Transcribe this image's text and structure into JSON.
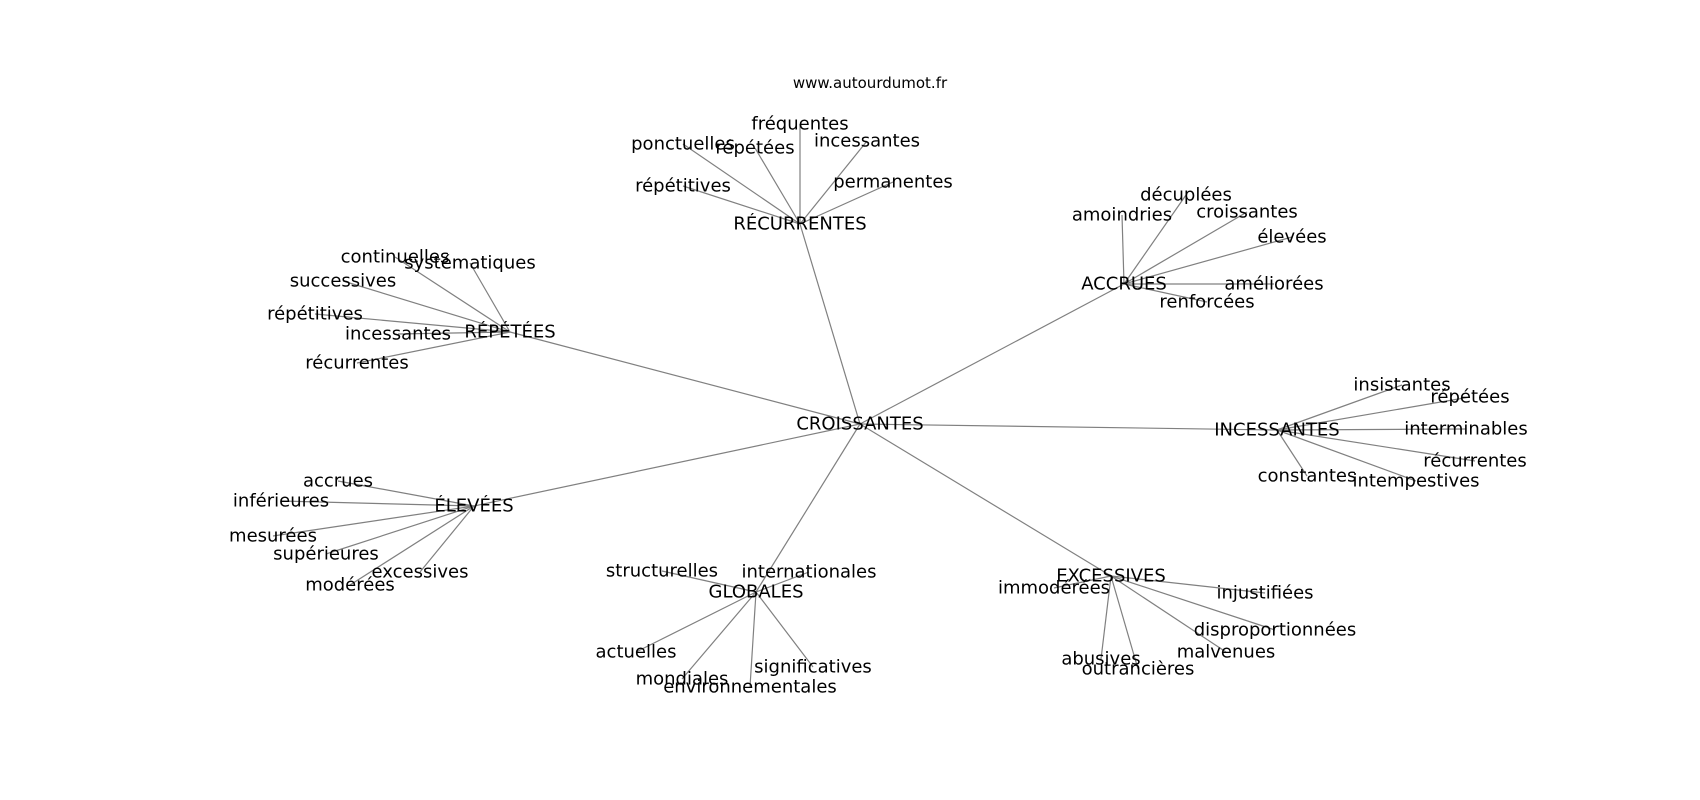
{
  "credit": "www.autourdumot.fr",
  "graph": {
    "center": "CROISSANTES",
    "hubs": [
      {
        "label": "RÉCURRENTES",
        "leaves": [
          "fréquentes",
          "ponctuelles",
          "répétées",
          "incessantes",
          "répétitives",
          "permanentes"
        ]
      },
      {
        "label": "ACCRUES",
        "leaves": [
          "décuplées",
          "amoindries",
          "croissantes",
          "élevées",
          "améliorées",
          "renforcées"
        ]
      },
      {
        "label": "RÉPÉTÉES",
        "leaves": [
          "continuelles",
          "systématiques",
          "successives",
          "répétitives",
          "incessantes",
          "récurrentes"
        ]
      },
      {
        "label": "INCESSANTES",
        "leaves": [
          "insistantes",
          "répétées",
          "interminables",
          "récurrentes",
          "constantes",
          "intempestives"
        ]
      },
      {
        "label": "ÉLEVÉES",
        "leaves": [
          "accrues",
          "inférieures",
          "mesurées",
          "supérieures",
          "excessives",
          "modérées"
        ]
      },
      {
        "label": "GLOBALES",
        "leaves": [
          "structurelles",
          "internationales",
          "actuelles",
          "significatives",
          "mondiales",
          "environnementales"
        ]
      },
      {
        "label": "EXCESSIVES",
        "leaves": [
          "immodérées",
          "injustifiées",
          "disproportionnées",
          "malvenues",
          "abusives",
          "outrancières"
        ]
      }
    ]
  }
}
